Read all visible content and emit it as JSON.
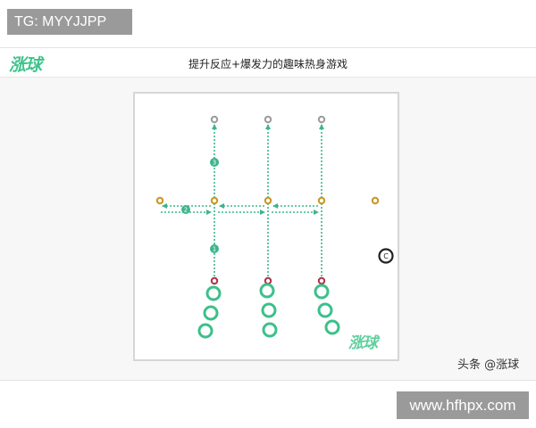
{
  "top_badge": "TG: MYYJJPP",
  "banner": {
    "logo": "涨球",
    "title": "提升反应+爆发力的趣味热身游戏"
  },
  "diagram": {
    "step_labels": [
      "1",
      "2",
      "3"
    ],
    "coach_label": "C",
    "watermark": "涨球",
    "colors": {
      "cone_gray": "#9b9b9b",
      "cone_orange": "#c9961c",
      "cone_red": "#b0304a",
      "player_ring": "#3cc08a",
      "arrow": "#3cb58a",
      "coach": "#222222"
    }
  },
  "credit": "头条 @涨球",
  "bottom_badge": "www.hfhpx.com"
}
